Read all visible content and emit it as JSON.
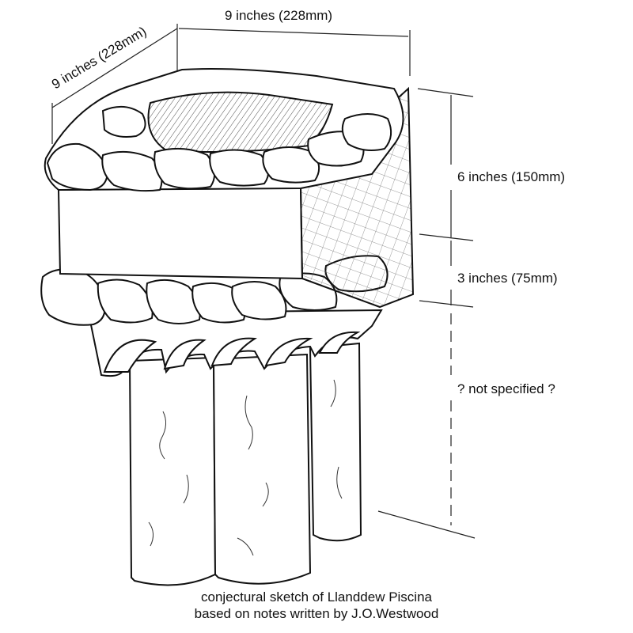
{
  "dimensions": {
    "top_width": "9 inches (228mm)",
    "left_depth": "9 inches (228mm)",
    "bowl_height": "6 inches (150mm)",
    "band_height": "3 inches (75mm)",
    "shaft_height": "? not specified ?"
  },
  "caption": {
    "line1": "conjectural sketch of Llanddew Piscina",
    "line2": "based on notes written by J.O.Westwood"
  },
  "colors": {
    "ink": "#111111",
    "paper": "#ffffff"
  }
}
